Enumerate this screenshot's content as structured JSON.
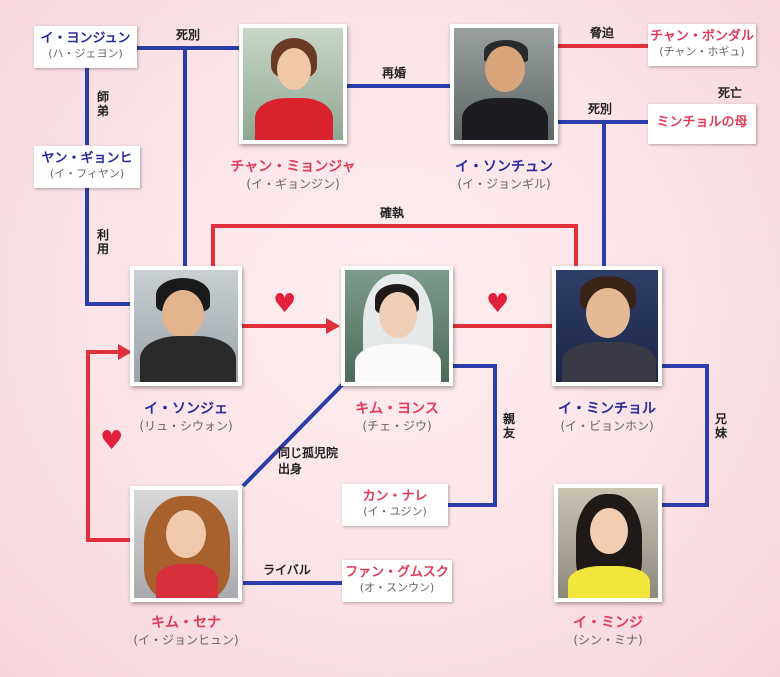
{
  "people": {
    "yeongjun": {
      "name": "イ・ヨンジュン",
      "actor": "(ハ・ジェヨン)"
    },
    "gyeonghi": {
      "name": "ヤン・ギョンヒ",
      "actor": "(イ・フィヤン)"
    },
    "myeongja": {
      "name": "チャン・ミョンジャ",
      "actor": "(イ・ギョンジン)"
    },
    "soncheon": {
      "name": "イ・ソンチュン",
      "actor": "(イ・ジョンギル)"
    },
    "bongdal": {
      "name": "チャン・ボンダル",
      "actor": "(チャン・ホギュ)"
    },
    "mincheol_mother": {
      "name": "ミンチョルの母"
    },
    "sonje": {
      "name": "イ・ソンジェ",
      "actor": "(リュ・シウォン)"
    },
    "yeonsu": {
      "name": "キム・ヨンス",
      "actor": "(チェ・ジウ)"
    },
    "mincheol": {
      "name": "イ・ミンチョル",
      "actor": "(イ・ビョンホン)"
    },
    "nare": {
      "name": "カン・ナレ",
      "actor": "(イ・ユジン)"
    },
    "sena": {
      "name": "キム・セナ",
      "actor": "(イ・ジョンヒュン)"
    },
    "gumsuk": {
      "name": "ファン・グムスク",
      "actor": "(オ・スンウン)"
    },
    "minji": {
      "name": "イ・ミンジ",
      "actor": "(シン・ミナ)"
    }
  },
  "relations": {
    "shibetsu_1": "死別",
    "saikon": "再婚",
    "kyouhaku": "脅迫",
    "shibetsu_2": "死別",
    "shibou": "死亡",
    "teishi": "師弟",
    "riyou": "利用",
    "kakushitsu": "確執",
    "shinyuu": "親友",
    "kyoudai": "兄妹",
    "orphanage_1": "同じ孤児院",
    "orphanage_2": "出身",
    "rival": "ライバル"
  },
  "symbols": {
    "heart": "♥"
  },
  "colors": {
    "blue_line": "#2a3da8",
    "red_line": "#e0303c",
    "name_blue": "#2a2a9a",
    "name_red": "#e23b5a"
  }
}
